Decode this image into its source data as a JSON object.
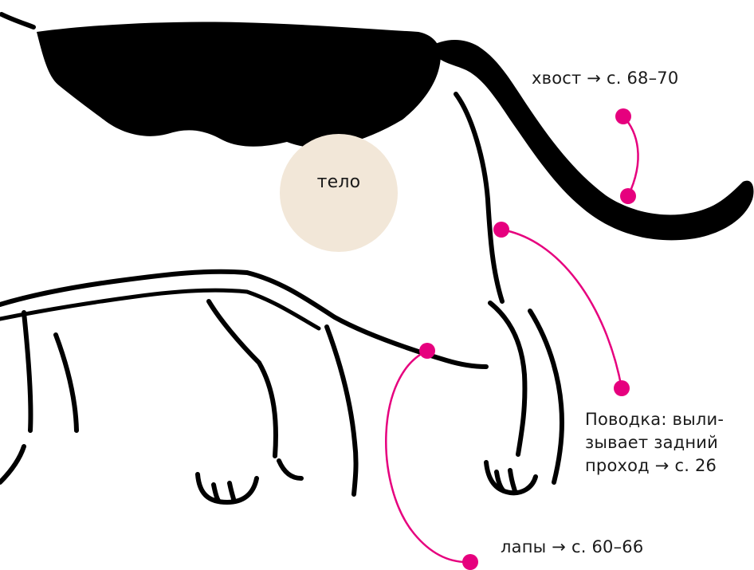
{
  "labels": {
    "body": "тело",
    "tail": "хвост → с. 68–70",
    "paws": "лапы → с. 60–66",
    "habit": [
      "Поводка: выли-",
      "зывает задний",
      "проход → с. 26"
    ]
  },
  "colors": {
    "ink": "#000000",
    "accent": "#e6007e",
    "body_circle": "#f2e7d8",
    "text": "#1a1a1a",
    "background": "#ffffff"
  }
}
